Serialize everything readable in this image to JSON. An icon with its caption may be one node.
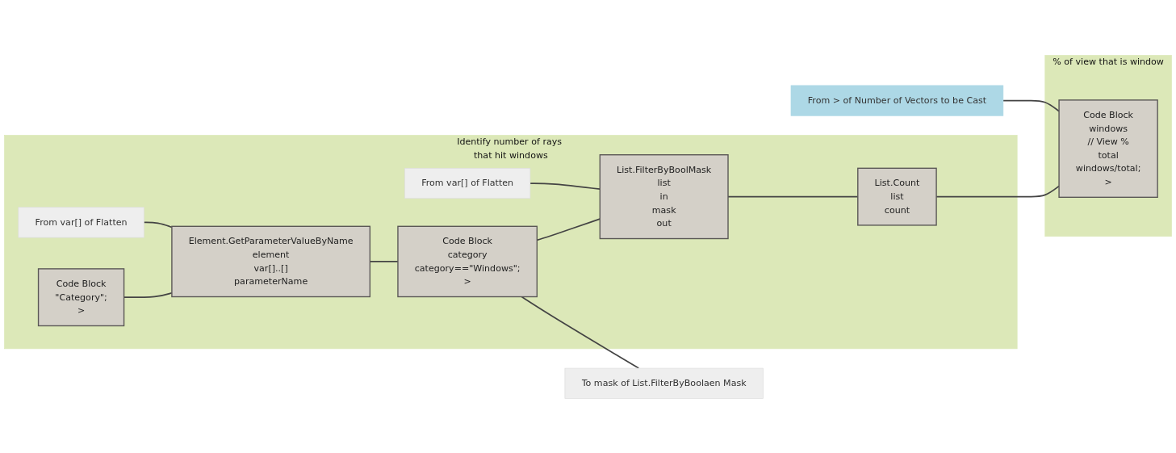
{
  "diagram": {
    "nodes": [
      {
        "text": [
          "% of view that is window"
        ]
      },
      {
        "text": [
          "Code Block",
          "windows",
          "// View %",
          "total",
          "windows/total;",
          ">"
        ],
        "in": 0
      },
      {
        "text": [
          "From > of Number of Vectors to be Cast"
        ]
      },
      {
        "text": [
          "Identify number of rays that hit windows"
        ]
      },
      {
        "text": [
          "From var[] of Flatten"
        ],
        "in": 3
      },
      {
        "text": [
          "List.FilterByBoolMask",
          "list",
          "in",
          "mask",
          "out"
        ],
        "in": 3
      },
      {
        "text": [
          "List.Count",
          "list",
          "count"
        ],
        "in": 3
      },
      {
        "text": [
          "From var[] of Flatten"
        ],
        "in": 3
      },
      {
        "text": [
          "Element.GetParameterValueByName",
          "element",
          "var[]..[]",
          "parameterName"
        ],
        "in": 3
      },
      {
        "text": [
          "Code Block",
          "category",
          "category==\"Windows\";",
          ">"
        ],
        "in": 3
      },
      {
        "text": [
          "Code Block",
          "\"Category\";",
          ">"
        ],
        "in": 3
      },
      {
        "text": [
          "To mask of List.FilterByBoolaen Mask"
        ]
      }
    ],
    "edges": [
      {
        "from": 2,
        "to": 1,
        "arrow": "none"
      },
      {
        "from": 6,
        "to": 1,
        "arrow": "none"
      },
      {
        "from": 4,
        "to": 5,
        "arrow": "none"
      },
      {
        "from": 5,
        "to": 6,
        "arrow": "none"
      },
      {
        "from": 7,
        "to": 8,
        "arrow": "none"
      },
      {
        "from": 10,
        "to": 8,
        "arrow": "none"
      },
      {
        "from": 8,
        "to": 9,
        "arrow": "none"
      },
      {
        "from": 9,
        "to": 5,
        "arrow": "none"
      },
      {
        "from": 9,
        "to": 11,
        "arrow": "none"
      }
    ]
  }
}
